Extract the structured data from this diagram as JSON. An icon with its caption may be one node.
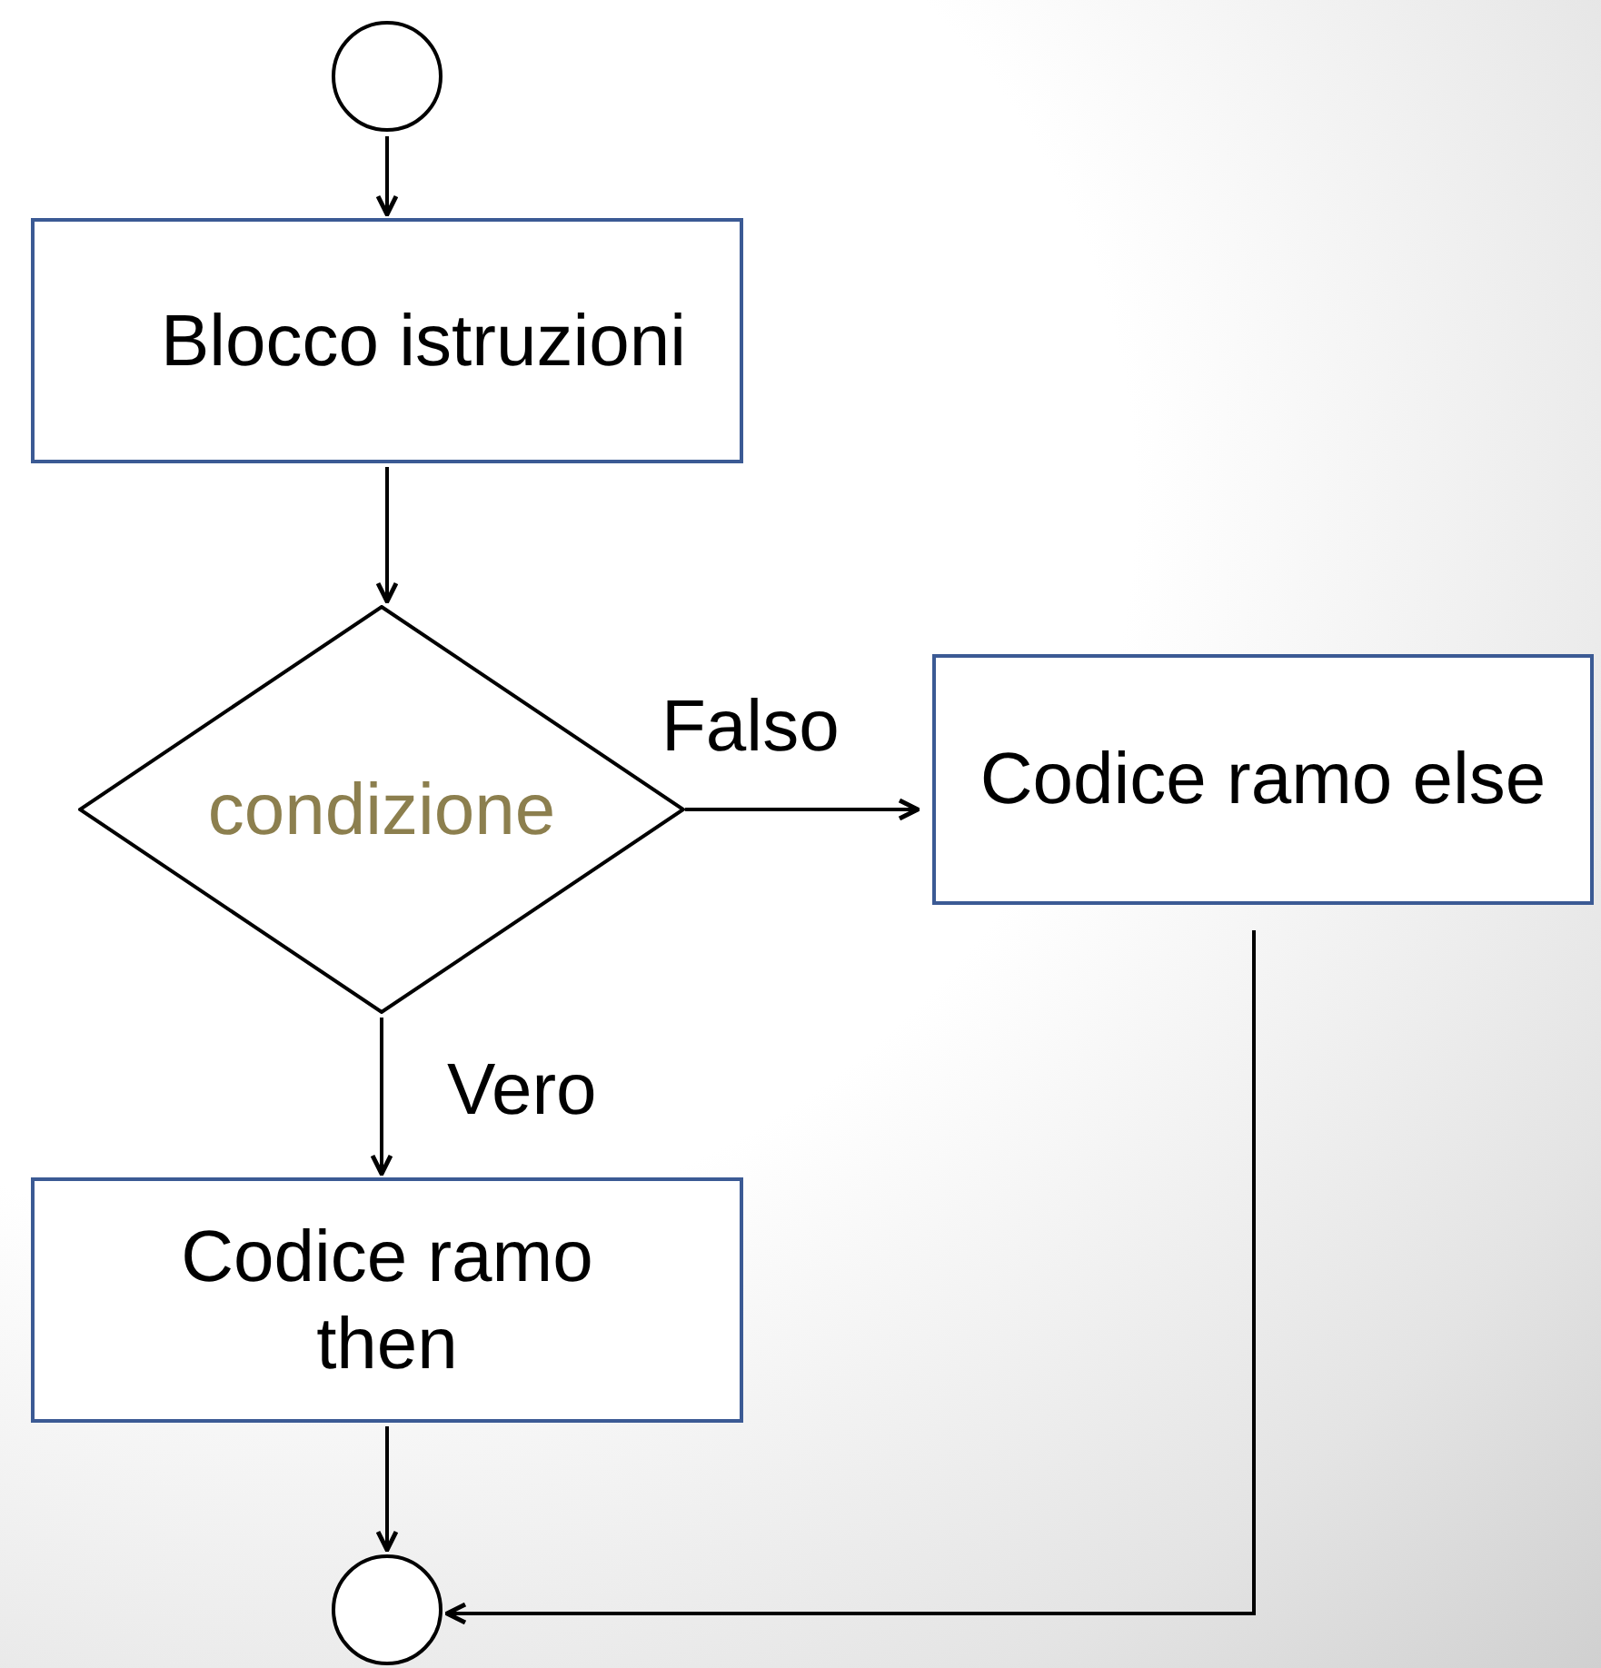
{
  "diagram": {
    "nodes": [
      {
        "text": [],
        "shape": "circle"
      },
      {
        "text": [
          "Blocco istruzioni"
        ]
      },
      {
        "text": [
          "condizione"
        ]
      },
      {
        "text": [
          "Codice ramo else"
        ]
      },
      {
        "text": [
          "Codice ramo then"
        ]
      },
      {
        "text": [],
        "shape": "circle"
      }
    ],
    "edges": [
      {
        "from": 0,
        "to": 1,
        "arrow": "to"
      },
      {
        "from": 1,
        "to": 2,
        "arrow": "to"
      },
      {
        "from": 2,
        "to": 3,
        "arrow": "to",
        "label": "Falso"
      },
      {
        "from": 2,
        "to": 4,
        "arrow": "to",
        "label": "Vero"
      },
      {
        "from": 4,
        "to": 5,
        "arrow": "to"
      },
      {
        "from": 3,
        "to": 5,
        "arrow": "to"
      }
    ]
  }
}
